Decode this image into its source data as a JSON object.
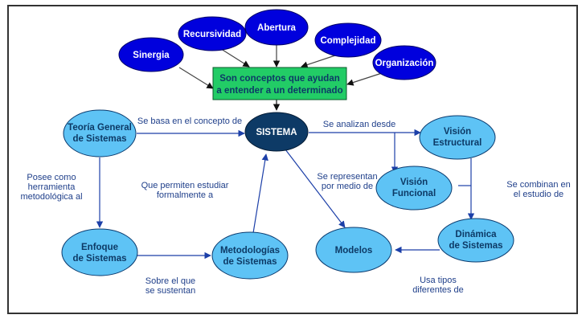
{
  "colors": {
    "dark_blue_node": "#0000dd",
    "main_node": "#0d3a66",
    "light_node": "#5ec3f5",
    "light_node_stroke": "#0a3a6e",
    "light_node_text": "#0d3a66",
    "green_box": "#22cc66",
    "green_box_text": "#0d3a66",
    "link_blue": "#1c3fa8",
    "link_gray": "#444444"
  },
  "concepts": [
    {
      "id": "sinergia",
      "label": "Sinergia"
    },
    {
      "id": "recursividad",
      "label": "Recursividad"
    },
    {
      "id": "abertura",
      "label": "Abertura"
    },
    {
      "id": "complejidad",
      "label": "Complejidad"
    },
    {
      "id": "organizacion",
      "label": "Organización"
    }
  ],
  "concept_box": {
    "lines": [
      "Son conceptos que ayudan",
      "a entender a un determinado"
    ]
  },
  "nodes": {
    "sistema": {
      "label": "SISTEMA"
    },
    "teoria": {
      "lines": [
        "Teoría General",
        "de Sistemas"
      ]
    },
    "enfoque": {
      "lines": [
        "Enfoque",
        "de Sistemas"
      ]
    },
    "metodologias": {
      "lines": [
        "Metodologías",
        "de Sistemas"
      ]
    },
    "modelos": {
      "label": "Modelos"
    },
    "vision_estructural": {
      "lines": [
        "Visión",
        "Estructural"
      ]
    },
    "vision_funcional": {
      "lines": [
        "Visión",
        "Funcional"
      ]
    },
    "dinamica": {
      "lines": [
        "Dinámica",
        "de Sistemas"
      ]
    }
  },
  "edge_labels": {
    "se_basa": [
      "Se basa en el concepto de"
    ],
    "se_analizan": [
      "Se analizan desde"
    ],
    "posee": [
      "Posee como",
      "herramienta",
      "metodológica al"
    ],
    "que_permiten": [
      "Que permiten estudiar",
      "formalmente a"
    ],
    "se_representan": [
      "Se representan",
      "por medio de"
    ],
    "se_combinan": [
      "Se combinan en",
      "el estudio de"
    ],
    "sobre_el_que": [
      "Sobre el que",
      "se sustentan"
    ],
    "usa_tipos": [
      "Usa tipos",
      "diferentes de"
    ]
  }
}
